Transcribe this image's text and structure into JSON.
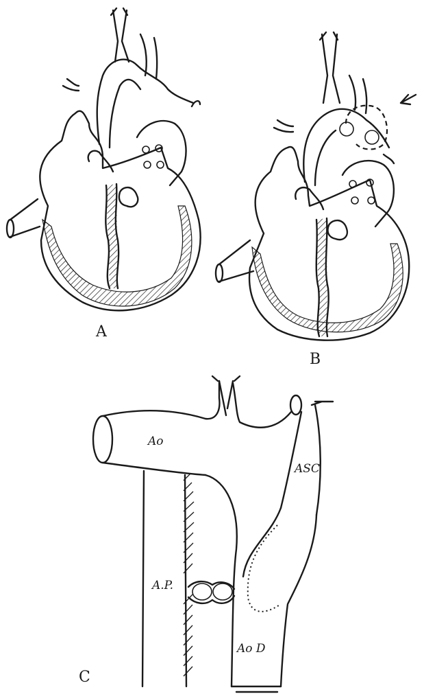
{
  "panels": {
    "a": {
      "label": "A"
    },
    "b": {
      "label": "B"
    },
    "c": {
      "label": "C",
      "annotations": {
        "aorta": "Ao",
        "subclavian": "ASC",
        "pulmonary": "A.P.",
        "descending": "Ao D"
      }
    }
  }
}
